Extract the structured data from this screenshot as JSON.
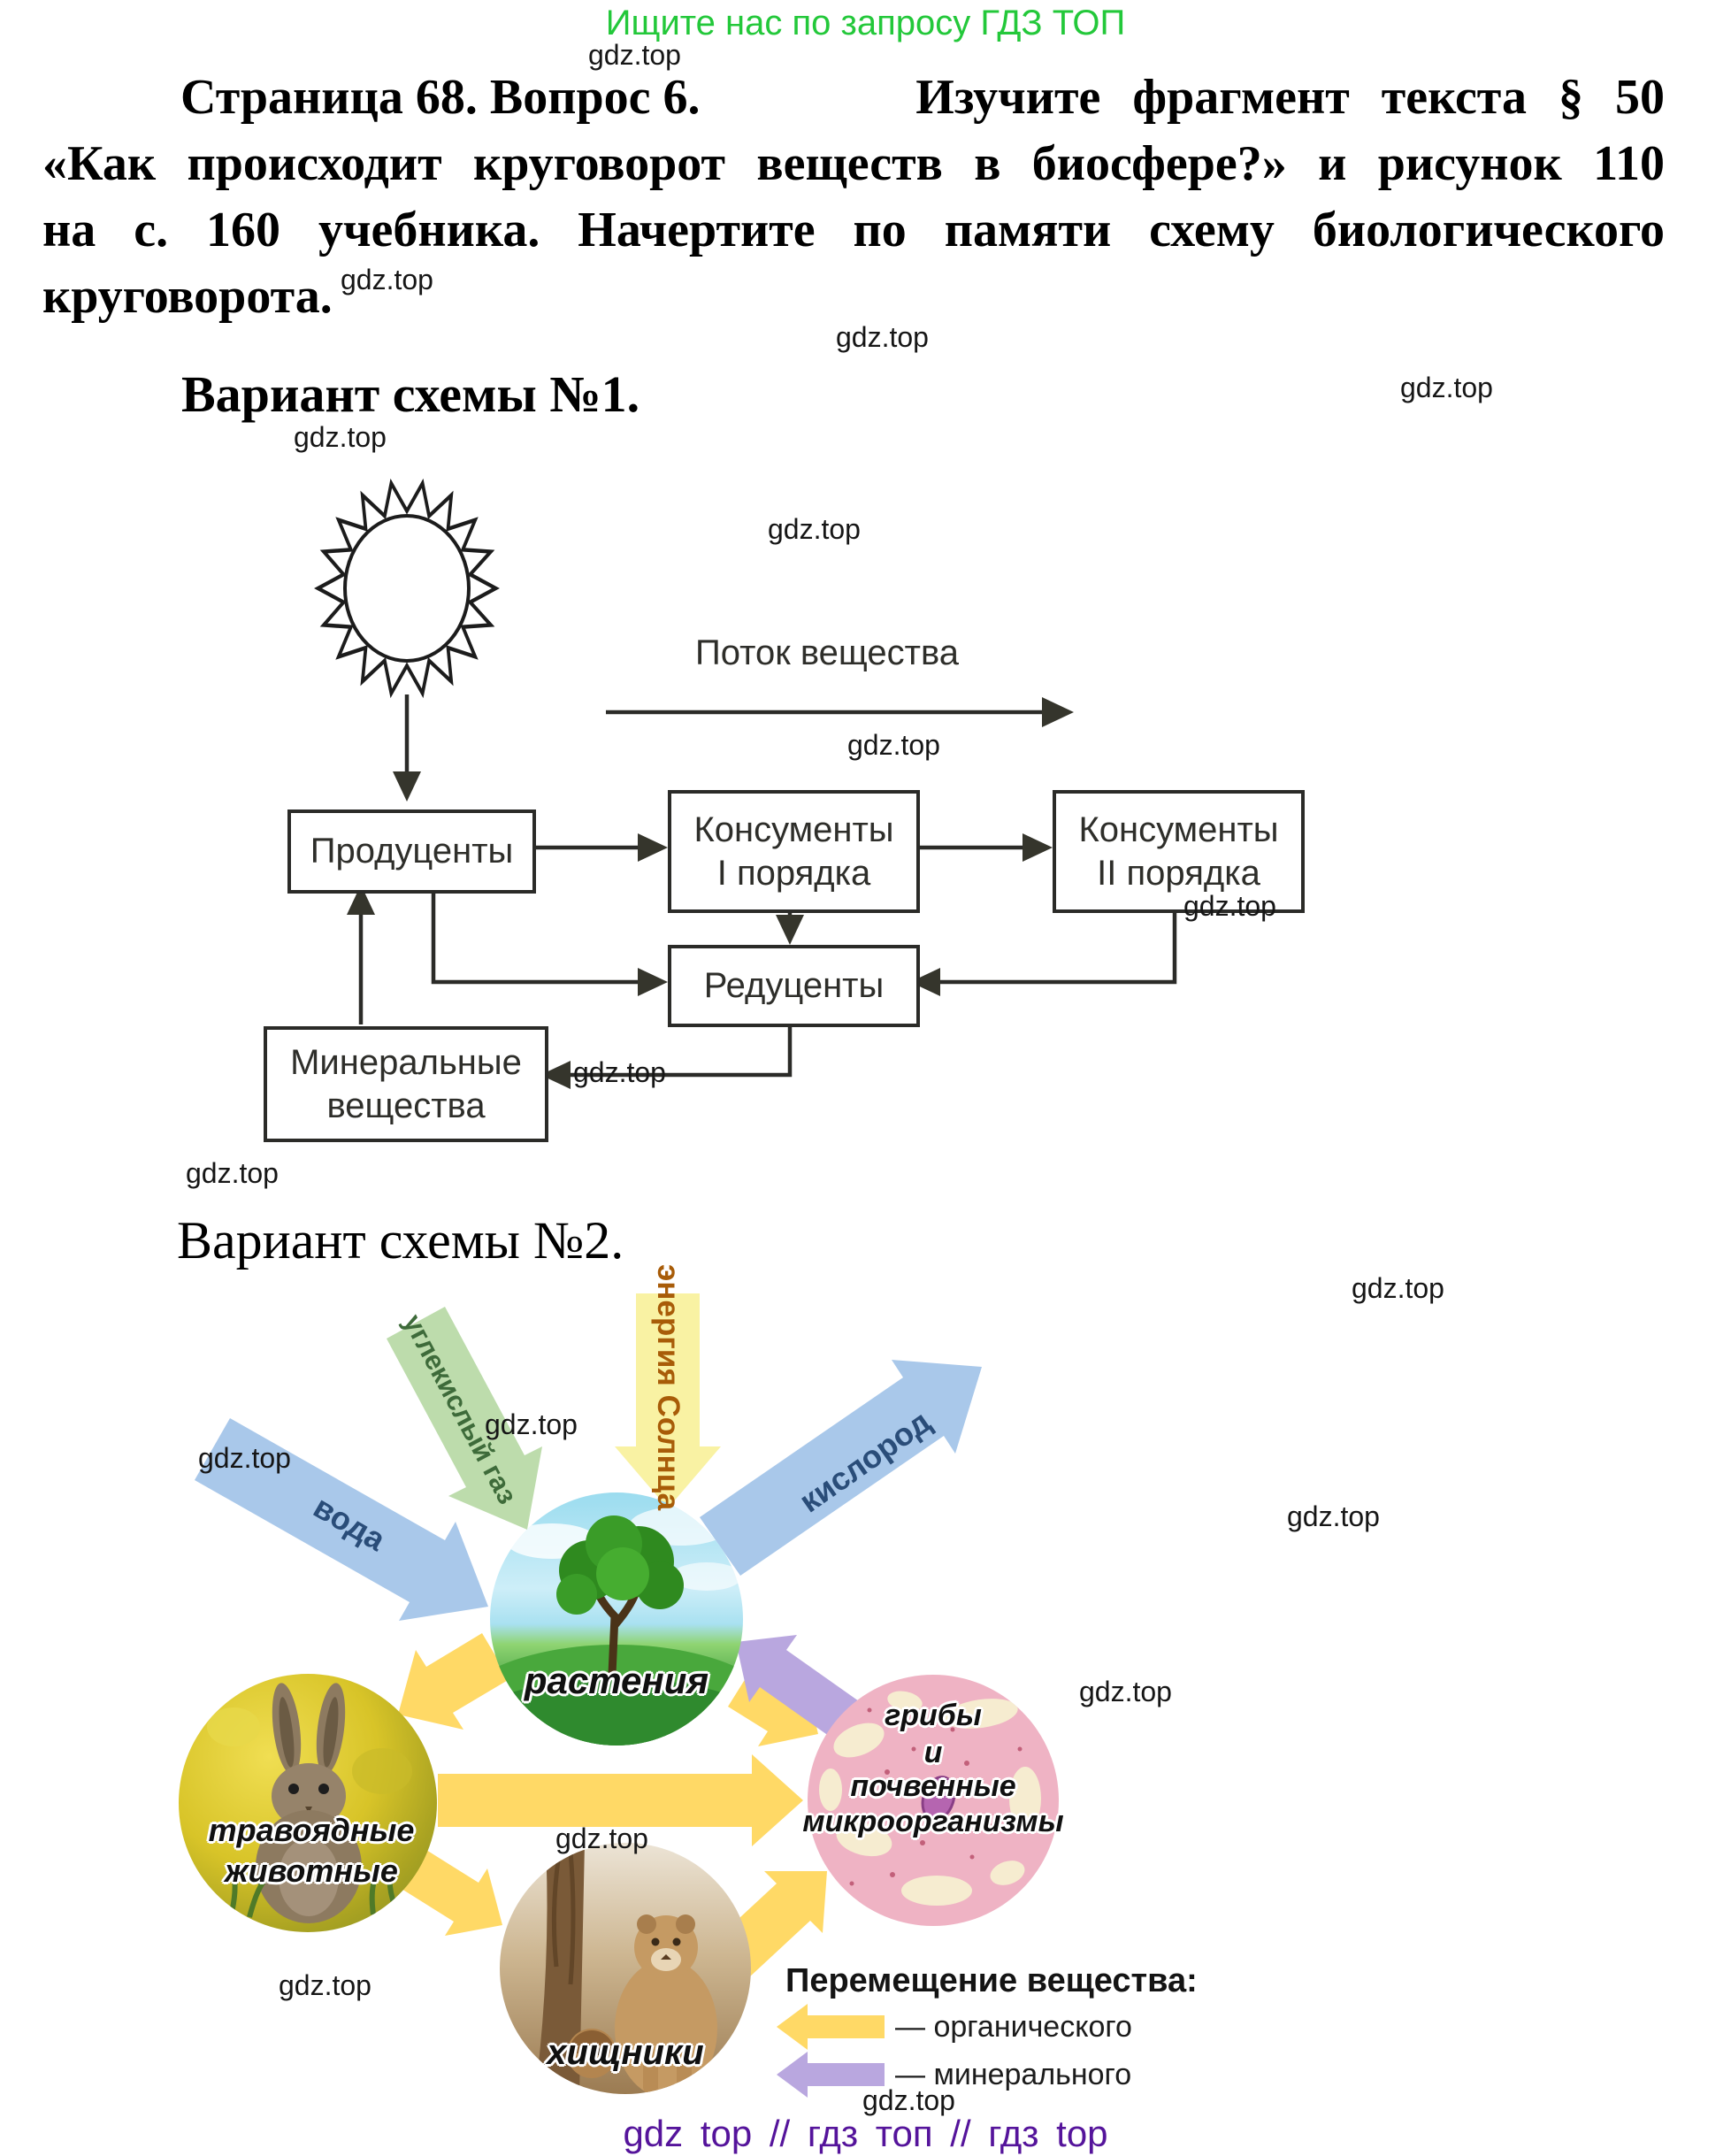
{
  "header": {
    "promo": "Ищите нас по запросу ГДЗ ТОП"
  },
  "watermark": "gdz.top",
  "task": {
    "line1_left": "Страница 68. Вопрос 6.",
    "line1_right": "Изучите фрагмент текста § 50",
    "line2": "«Как происходит круговорот веществ в биосфере?» и рисунок 110",
    "line3": "на с. 160 учебника. Начертите по памяти схему биологического",
    "line4": "круговорота."
  },
  "scheme1": {
    "heading": "Вариант схемы №1.",
    "flow_label": "Поток вещества",
    "producers": "Продуценты",
    "consumers1_line1": "Консументы",
    "consumers1_line2": "I порядка",
    "consumers2_line1": "Консументы",
    "consumers2_line2": "II порядка",
    "reducers": "Редуценты",
    "minerals_line1": "Минеральные",
    "minerals_line2": "вещества"
  },
  "scheme2": {
    "heading": "Вариант схемы №2.",
    "arrow_water": "вода",
    "arrow_co2": "углекислый газ",
    "arrow_sun": "энергия Солнца",
    "arrow_oxygen": "кислород",
    "node_plants": "растения",
    "node_herbivores_line1": "травоядные",
    "node_herbivores_line2": "животные",
    "node_fungi_line1": "грибы",
    "node_fungi_line2": "и",
    "node_fungi_line3": "почвенные",
    "node_fungi_line4": "микроорганизмы",
    "node_predators": "хищники",
    "legend_title": "Перемещение вещества:",
    "legend_organic": "— органического",
    "legend_mineral": "— минерального",
    "colors": {
      "organic_arrow": "#FFD966",
      "mineral_arrow": "#B9A7DF",
      "water_oxygen_arrow": "#A9C8EA",
      "co2_arrow": "#BDDCAC",
      "sun_arrow": "#F9F2A3"
    }
  },
  "footer": "gdz top  //  гдз топ  //  гдз top"
}
